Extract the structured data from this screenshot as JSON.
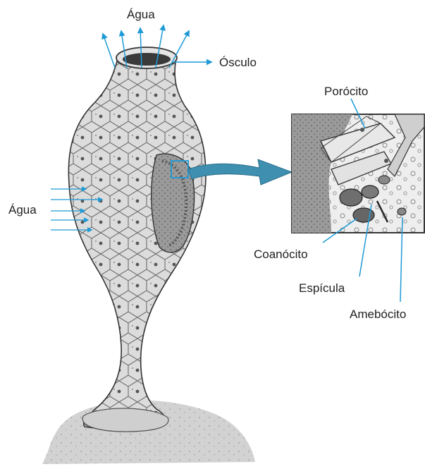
{
  "labels": {
    "water_top": "Água",
    "osculum": "Ósculo",
    "water_left": "Água",
    "porocyte": "Porócito",
    "choanocyte": "Coanócito",
    "spicule": "Espícula",
    "amoebocyte": "Amebócito"
  },
  "colors": {
    "arrow": "#1e9ad6",
    "big_arrow": "#3f8fb0",
    "sponge_body": "#d9d9d9",
    "ground": "#cfcfcf",
    "outline": "#333333",
    "text": "#222222"
  }
}
